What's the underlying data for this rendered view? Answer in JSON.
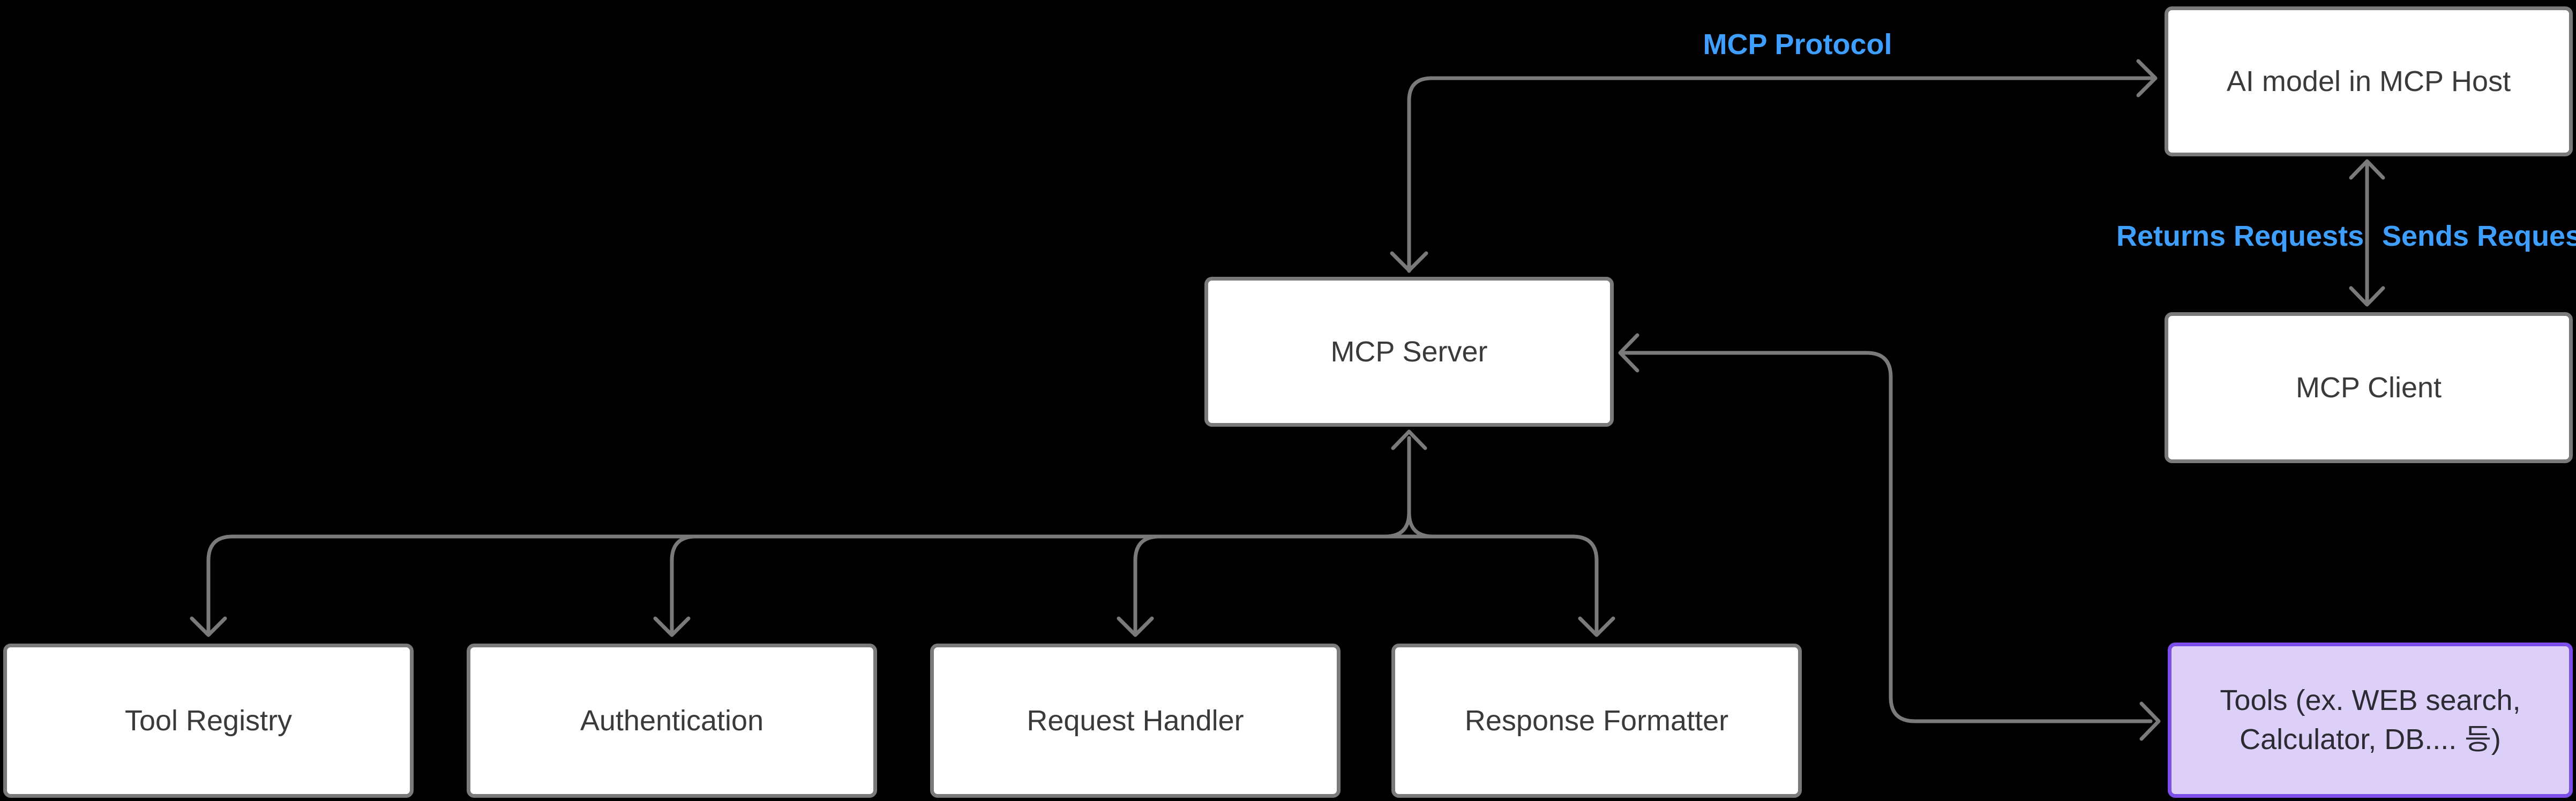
{
  "diagram": {
    "background_color": "#000000",
    "line_color": "#7a7a7a",
    "edge_label_color": "#3e9fff",
    "nodes": {
      "ai_model": {
        "label": "AI model in MCP Host",
        "fill": "#ffffff",
        "border": "#7a7a7a"
      },
      "mcp_server": {
        "label": "MCP Server",
        "fill": "#ffffff",
        "border": "#7a7a7a"
      },
      "mcp_client": {
        "label": "MCP Client",
        "fill": "#ffffff",
        "border": "#7a7a7a"
      },
      "tool_registry": {
        "label": "Tool Registry",
        "fill": "#ffffff",
        "border": "#7a7a7a"
      },
      "authentication": {
        "label": "Authentication",
        "fill": "#ffffff",
        "border": "#7a7a7a"
      },
      "request_handler": {
        "label": "Request Handler",
        "fill": "#ffffff",
        "border": "#7a7a7a"
      },
      "response_formatter": {
        "label": "Response Formatter",
        "fill": "#ffffff",
        "border": "#7a7a7a"
      },
      "tools": {
        "label": "Tools (ex. WEB search, Calculator, DB.... 등)",
        "lines": [
          "Tools (ex. WEB search,",
          "Calculator, DB.... 등)"
        ],
        "fill": "#dcd0f8",
        "border": "#7d4ee9"
      }
    },
    "edge_labels": {
      "protocol": "MCP Protocol",
      "returns": "Returns Requests",
      "sends": "Sends Requests"
    }
  }
}
